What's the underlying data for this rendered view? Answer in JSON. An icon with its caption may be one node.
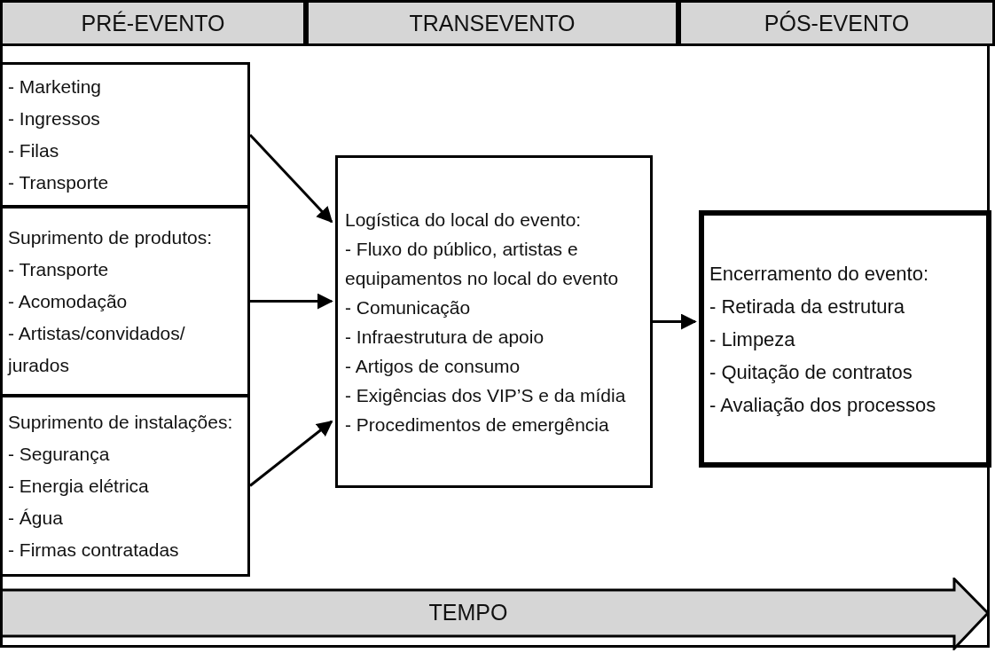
{
  "diagram": {
    "nodes": [
      {
        "text": [
          "PRÉ-EVENTO"
        ]
      },
      {
        "text": [
          "TRANSEVENTO"
        ]
      },
      {
        "text": [
          "PÓS-EVENTO"
        ]
      },
      {
        "text": [
          "- Marketing",
          "- Ingressos",
          "- Filas",
          "- Transporte"
        ]
      },
      {
        "text": [
          "Suprimento de produtos:",
          "- Transporte",
          "- Acomodação",
          "- Artistas/convidados/ jurados"
        ]
      },
      {
        "text": [
          "Suprimento de instalações:",
          "- Segurança",
          "- Energia elétrica",
          "- Água",
          "- Firmas contratadas"
        ]
      },
      {
        "text": [
          "Logística do local do evento:",
          "- Fluxo do público, artistas e equipamentos no local do evento",
          "- Comunicação",
          "- Infraestrutura de apoio",
          "- Artigos de consumo",
          "- Exigências dos VIP’S e da mídia",
          "- Procedimentos de emergência"
        ]
      },
      {
        "text": [
          "Encerramento do evento:",
          "- Retirada da estrutura",
          "- Limpeza",
          "- Quitação de contratos",
          "- Avaliação dos processos"
        ]
      },
      {
        "text": [
          "TEMPO"
        ]
      }
    ],
    "edges": [
      {
        "from": 3,
        "to": 6,
        "arrow": "to"
      },
      {
        "from": 4,
        "to": 6,
        "arrow": "to"
      },
      {
        "from": 5,
        "to": 6,
        "arrow": "to"
      },
      {
        "from": 6,
        "to": 7,
        "arrow": "to"
      }
    ]
  }
}
